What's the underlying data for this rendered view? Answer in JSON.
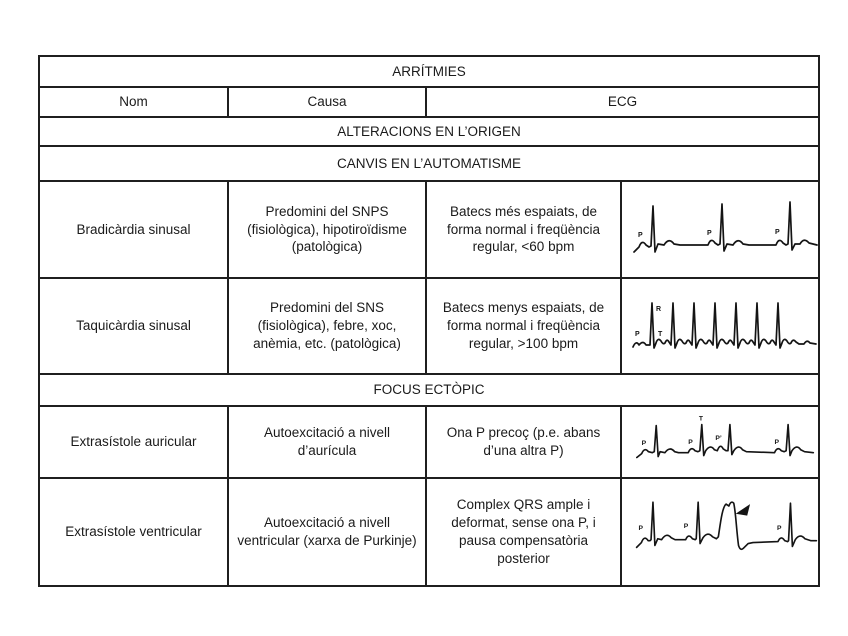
{
  "document": {
    "title": "ARRÍTMIES",
    "columns": {
      "nom": "Nom",
      "causa": "Causa",
      "ecg": "ECG"
    },
    "sections": {
      "origen": "ALTERACIONS EN L’ORIGEN",
      "automatisme": "CANVIS EN L’AUTOMATISME",
      "focus": "FOCUS ECTÒPIC"
    },
    "rows": [
      {
        "nom": "Bradicàrdia sinusal",
        "causa": "Predomini del SNPS (fisiològica), hipotiroïdisme (patològica)",
        "ecg_text": "Batecs més espaiats, de forma normal i freqüència regular, <60 bpm",
        "ecg_strip": "sinus-bradycardia-ecg",
        "labels": {
          "p1": "P",
          "p2": "P",
          "p3": "P"
        }
      },
      {
        "nom": "Taquicàrdia sinusal",
        "causa": "Predomini del SNS (fisiològica), febre, xoc, anèmia, etc. (patològica)",
        "ecg_text": "Batecs menys espaiats, de forma normal i freqüència regular, >100 bpm",
        "ecg_strip": "sinus-tachycardia-ecg",
        "labels": {
          "p": "P",
          "r": "R",
          "t": "T"
        }
      },
      {
        "nom": "Extrasístole auricular",
        "causa": "Autoexcitació a nivell d’aurícula",
        "ecg_text": "Ona P precoç (p.e. abans d’una altra P)",
        "ecg_strip": "premature-atrial-beat-ecg",
        "labels": {
          "p1": "P",
          "p2": "P",
          "t": "T",
          "p_prime": "P’",
          "p3": "P"
        }
      },
      {
        "nom": "Extrasístole ventricular",
        "causa": "Autoexcitació a nivell ventricular (xarxa de Purkinje)",
        "ecg_text": "Complex QRS ample i deformat, sense ona P, i pausa compensatòria posterior",
        "ecg_strip": "premature-ventricular-beat-ecg",
        "labels": {
          "p1": "P",
          "p2": "P",
          "p3": "P"
        }
      }
    ],
    "colors": {
      "ink": "#1a1a1a",
      "border": "#1f1f1f",
      "background": "#ffffff"
    }
  }
}
